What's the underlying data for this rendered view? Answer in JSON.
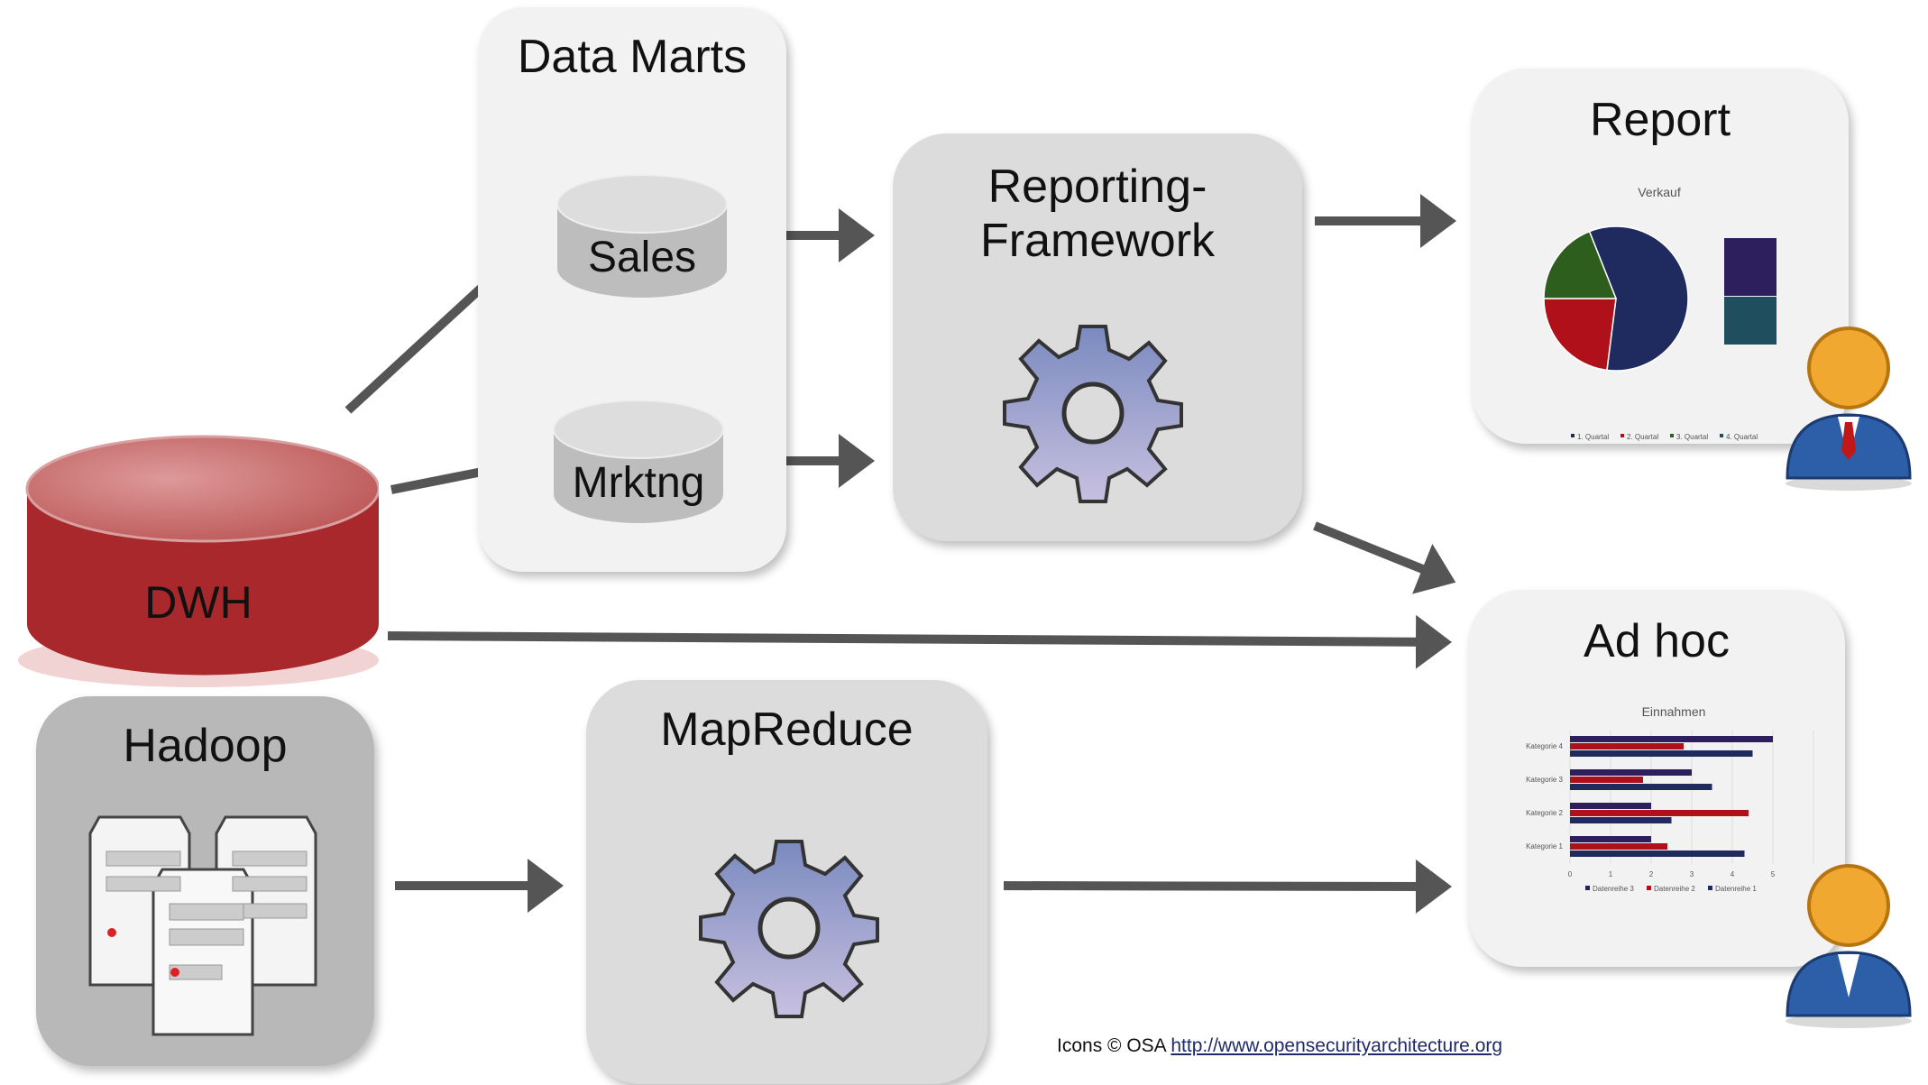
{
  "diagram": {
    "nodes": {
      "dwh": {
        "label": "DWH",
        "color": "#a8282c"
      },
      "data_marts": {
        "label": "Data Marts"
      },
      "sales": {
        "label": "Sales"
      },
      "mrktng": {
        "label": "Mrktng"
      },
      "reporting": {
        "label_line1": "Reporting-",
        "label_line2": "Framework"
      },
      "report": {
        "label": "Report"
      },
      "adhoc": {
        "label": "Ad hoc"
      },
      "hadoop": {
        "label": "Hadoop"
      },
      "mapreduce": {
        "label": "MapReduce"
      }
    },
    "edges": [
      {
        "from": "DWH",
        "to": "Sales"
      },
      {
        "from": "DWH",
        "to": "Mrktng"
      },
      {
        "from": "Sales",
        "to": "Reporting-Framework"
      },
      {
        "from": "Mrktng",
        "to": "Reporting-Framework"
      },
      {
        "from": "Reporting-Framework",
        "to": "Report"
      },
      {
        "from": "Reporting-Framework",
        "to": "Ad hoc"
      },
      {
        "from": "DWH",
        "to": "Ad hoc"
      },
      {
        "from": "Hadoop",
        "to": "MapReduce"
      },
      {
        "from": "MapReduce",
        "to": "Ad hoc"
      }
    ]
  },
  "chart_data": [
    {
      "type": "pie",
      "title": "Verkauf",
      "categories": [
        "1. Quartal",
        "2. Quartal",
        "3. Quartal",
        "4. Quartal"
      ],
      "values": [
        58,
        23,
        19,
        0
      ],
      "colors": [
        "#1f2a5e",
        "#b0101a",
        "#2e5e1e",
        "#1f4f5e"
      ],
      "breakout_colors": [
        "#2d1f5e",
        "#1f4f5e"
      ],
      "legend": "bottom"
    },
    {
      "type": "bar",
      "orientation": "horizontal",
      "title": "Einnahmen",
      "categories": [
        "Kategorie 1",
        "Kategorie 2",
        "Kategorie 3",
        "Kategorie 4"
      ],
      "series": [
        {
          "name": "Datenreihe 3",
          "values": [
            2,
            2,
            3,
            5
          ],
          "color": "#2d1f5e"
        },
        {
          "name": "Datenreihe 2",
          "values": [
            2.4,
            4.4,
            1.8,
            2.8
          ],
          "color": "#b0101a"
        },
        {
          "name": "Datenreihe 1",
          "values": [
            4.3,
            2.5,
            3.5,
            4.5
          ],
          "color": "#1f2a5e"
        }
      ],
      "xticks": [
        "0",
        "1",
        "2",
        "3",
        "4",
        "5"
      ],
      "xlim": [
        0,
        6
      ],
      "grid": true,
      "legend": "bottom"
    }
  ],
  "footer": {
    "credit_prefix": "Icons © OSA",
    "credit_link": "http://www.opensecurityarchitecture.org"
  }
}
